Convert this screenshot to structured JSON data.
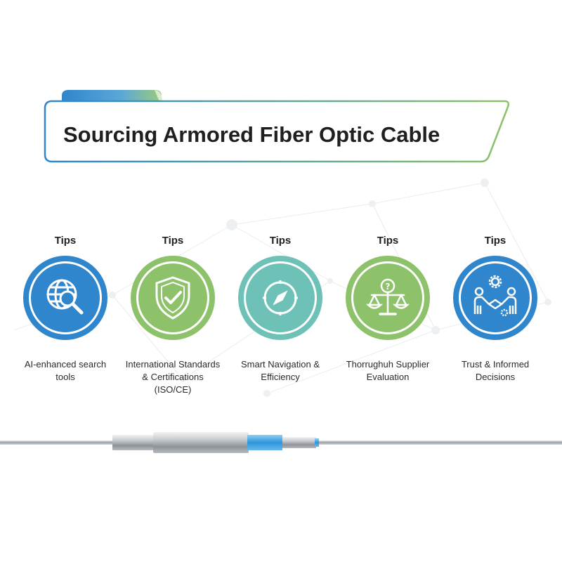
{
  "title": "Sourcing Armored Fiber Optic Cable",
  "tips": [
    {
      "heading": "Tips",
      "label": "AI-enhanced search tools",
      "color": "#2F86CC",
      "icon": "globe-search-icon"
    },
    {
      "heading": "Tips",
      "label": "International Standards & Certifications (ISO/CE)",
      "color": "#8DC26A",
      "icon": "shield-check-icon"
    },
    {
      "heading": "Tips",
      "label": "Smart Navigation & Efficiency",
      "color": "#6DC1B7",
      "icon": "compass-icon"
    },
    {
      "heading": "Tips",
      "label": "Thorrughuh Supplier Evaluation",
      "color": "#8DC26A",
      "icon": "balance-scale-icon"
    },
    {
      "heading": "Tips",
      "label": "Trust & Informed Decisions",
      "color": "#2F86CC",
      "icon": "handshake-gears-icon"
    }
  ],
  "colors": {
    "accent_blue": "#2F86CC",
    "accent_green": "#8DC26A",
    "accent_teal": "#6DC1B7",
    "cable_silver": "#B8BCC0",
    "cable_blue_band": "#3FA0DF"
  }
}
